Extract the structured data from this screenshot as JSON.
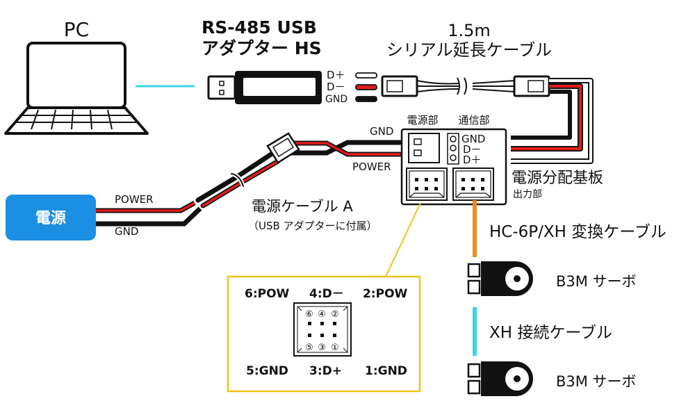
{
  "pc": {
    "label": "PC"
  },
  "usb_adapter": {
    "line1": "RS-485 USB",
    "line2": "アダプター HS"
  },
  "serial_cable": {
    "length": "1.5m",
    "name": "シリアル延長ケーブル"
  },
  "adapter_pins": {
    "d_plus": "D＋",
    "d_minus": "D－",
    "gnd": "GND"
  },
  "board": {
    "power_section": "電源部",
    "comm_section": "通信部",
    "gnd": "GND",
    "d_minus": "D－",
    "d_plus": "D＋",
    "name": "電源分配基板",
    "output": "出力部"
  },
  "power_cable": {
    "gnd": "GND",
    "power": "POWER",
    "name": "電源ケーブル A",
    "note": "（USB アダプターに付属）"
  },
  "power_source": {
    "label": "電源",
    "power": "POWER",
    "gnd": "GND"
  },
  "conversion_cable": {
    "name": "HC-6P/XH 変換ケーブル"
  },
  "servos": [
    {
      "label": "B3M サーボ"
    },
    {
      "label": "B3M サーボ"
    }
  ],
  "xh_cable": {
    "name": "XH 接続ケーブル"
  },
  "pinout": {
    "top": [
      "6:POW",
      "4:D－",
      "2:POW"
    ],
    "bottom": [
      "5:GND",
      "3:D+",
      "1:GND"
    ],
    "top_nums": [
      "⑥",
      "④",
      "②"
    ],
    "bottom_nums": [
      "⑤",
      "③",
      "①"
    ]
  },
  "colors": {
    "power_box": "#1a8fe3",
    "red_wire": "#e01b1b",
    "black_wire": "#111111",
    "cyan_line": "#3dd6e6",
    "orange_line": "#f08a1c",
    "callout": "#f0c419"
  }
}
